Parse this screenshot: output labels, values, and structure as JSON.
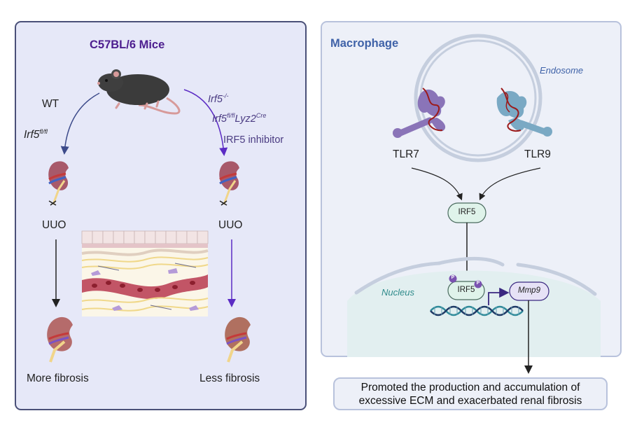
{
  "left": {
    "title": "C57BL/6 Mice",
    "wt": "WT",
    "irf5_flfl": "Irf5",
    "irf5_flfl_sup": "fl/fl",
    "irf5_ko": "Irf5",
    "irf5_ko_sup": "-/-",
    "irf5_lyz_a": "Irf5",
    "irf5_lyz_a_sup": "fl/fl",
    "irf5_lyz_b": "Lyz2",
    "irf5_lyz_b_sup": "Cre",
    "inhibitor": "IRF5 inhibitor",
    "uuo_left": "UUO",
    "uuo_right": "UUO",
    "more_fibrosis": "More fibrosis",
    "less_fibrosis": "Less fibrosis"
  },
  "right": {
    "title": "Macrophage",
    "endosome": "Endosome",
    "tlr7": "TLR7",
    "tlr9": "TLR9",
    "irf5_top": "IRF5",
    "nucleus": "Nucleus",
    "irf5_nuc": "IRF5",
    "phospho": "P",
    "mmp9": "Mmp9"
  },
  "outcome": {
    "line1": "Promoted the production and accumulation of",
    "line2": "excessive ECM and exacerbated renal fibrosis"
  },
  "colors": {
    "left_border": "#4a5078",
    "left_bg": "#e6e8f8",
    "right_border": "#b8c2dc",
    "title_left": "#4d1e8f",
    "title_right": "#3f62a8",
    "purple_arrow": "#5b2bc4",
    "irf5_fill": "#dff3ea"
  }
}
